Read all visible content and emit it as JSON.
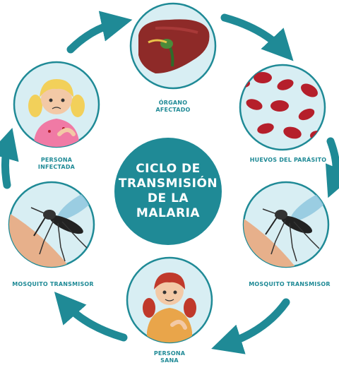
{
  "center": {
    "line1": "CICLO DE",
    "line2": "TRANSMISIÓN",
    "line3": "DE LA MALARIA"
  },
  "stages": {
    "organ": {
      "line1": "ÓRGANO",
      "line2": "AFECTADO"
    },
    "eggs": {
      "line1": "HUEVOS DEL PARÁSITO"
    },
    "mosquito_right": {
      "line1": "MOSQUITO TRANSMISOR"
    },
    "healthy": {
      "line1": "PERSONA",
      "line2": "SANA"
    },
    "mosquito_left": {
      "line1": "MOSQUITO TRANSMISOR"
    },
    "infected": {
      "line1": "PERSONA",
      "line2": "INFECTADA"
    }
  },
  "colors": {
    "teal": "#1f8a96",
    "circle_bg": "#d8eef3",
    "blood": "#b51f2b",
    "liver": "#8e2a28",
    "skin": "#e7b08b"
  }
}
